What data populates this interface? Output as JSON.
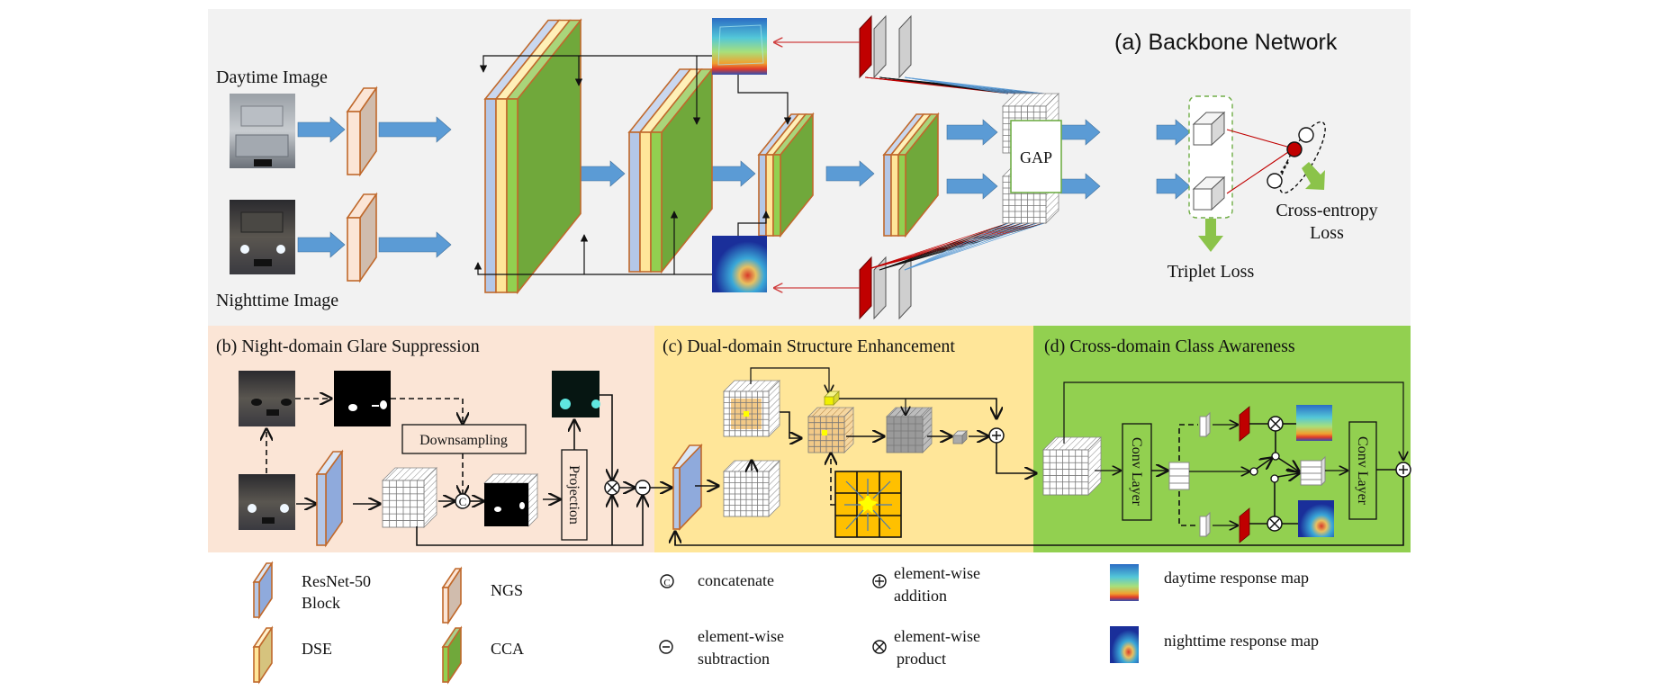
{
  "figure": {
    "panel_a": {
      "title": "(a) Backbone Network",
      "daytime_label": "Daytime Image",
      "nighttime_label": "Nighttime Image",
      "gap_label": "GAP",
      "triplet_loss_label": "Triplet Loss",
      "ce_loss_line1": "Cross-entropy",
      "ce_loss_line2": "Loss"
    },
    "panel_b": {
      "title": "(b)  Night-domain Glare Suppression",
      "downsampling_label": "Downsampling",
      "projection_label": "Projection",
      "concat_symbol": "C",
      "product_symbol": "×",
      "minus_symbol": "−"
    },
    "panel_c": {
      "title": "(c)  Dual-domain Structure Enhancement",
      "plus_symbol": "+"
    },
    "panel_d": {
      "title": "(d)  Cross-domain Class Awareness",
      "conv_layer_label_1": "Conv Layer",
      "conv_layer_label_2": "Conv Layer"
    },
    "legend": {
      "resnet_line1": "ResNet-50",
      "resnet_line2": "Block",
      "ngs": "NGS",
      "dse": "DSE",
      "cca": "CCA",
      "concat": "concatenate",
      "subtraction_line1": "element-wise",
      "subtraction_line2": "subtraction",
      "addition_line1": "element-wise",
      "addition_line2": "addition",
      "product_line1": "element-wise",
      "product_line2": "product",
      "daytime_map": "daytime response map",
      "nighttime_map": "nighttime response map"
    },
    "colors": {
      "panel_a_bg": "#f2f2f2",
      "panel_b_bg": "#fbe5d6",
      "panel_c_bg": "#ffe699",
      "panel_d_bg": "#92d050",
      "resnet_blue": "#b4c7e7",
      "dse_yellow": "#ffe699",
      "cca_green": "#70a83b",
      "ngs_tan": "#d0bcad",
      "block_border": "#c0692c",
      "arrow_blue": "#5b9bd5",
      "loss_arrow_green": "#8bc34a",
      "attention_red": "#c00000"
    }
  }
}
